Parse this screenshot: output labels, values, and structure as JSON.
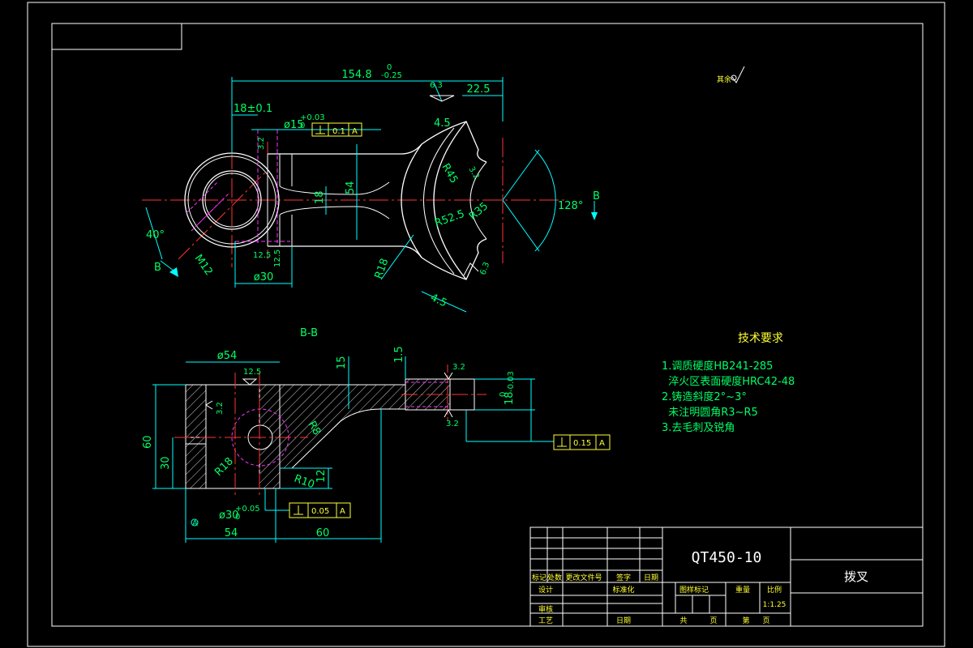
{
  "section_label": "B-B",
  "view_label": "B",
  "roughness_global": "其余",
  "tech_requirements": {
    "title": "技术要求",
    "lines": [
      "1.调质硬度HB241-285",
      "  淬火区表面硬度HRC42-48",
      "2.铸造斜度2°~3°",
      "  未注明圆角R3~R5",
      "3.去毛刺及锐角"
    ]
  },
  "top_view_dims": {
    "overall_len": "154.8",
    "overall_tol_up": "0",
    "overall_tol_low": "-0.25",
    "d22_5": "22.5",
    "d6_3a": "6.3",
    "d18pm": "18±0.1",
    "hole15": "ø15",
    "hole15_tol_up": "+0.03",
    "hole15_tol_low": "0",
    "perp1_val": "0.1",
    "perp1_datum": "A",
    "d4_5a": "4.5",
    "r45": "R45",
    "r52_5": "R52.5",
    "r35": "R35",
    "d18v": "18",
    "d54v": "54",
    "ang128": "128°",
    "ang40": "40°",
    "m12": "M12",
    "d12_5a": "12.5",
    "d12_5b": "12.5",
    "d30": "ø30",
    "r18": "R18",
    "d4_5b": "4.5",
    "d6_3b": "6.3",
    "d3_2a": "3.2",
    "d3_2b": "3.2"
  },
  "section_dims": {
    "d54": "ø54",
    "d15": "15",
    "d1_5": "1.5",
    "d3_2a": "3.2",
    "d12_5": "12.5",
    "d3_2b": "3.2",
    "d3_2c": "3.2",
    "r8": "R8",
    "r18": "R18",
    "r10": "R10",
    "d12": "12",
    "d60": "60",
    "d30": "30",
    "d18tol": "18",
    "d18tol_low": "-0.03",
    "d18tol_up": "0",
    "perp2_val": "0.15",
    "perp2_datum": "A",
    "hole30": "ø30",
    "hole30_tol_up": "+0.05",
    "hole30_tol_low": "0",
    "perp3_val": "0.05",
    "perp3_datum": "A",
    "datum_a": "A",
    "d54b": "54",
    "d60b": "60"
  },
  "title_block": {
    "material": "QT450-10",
    "part_name": "拨叉",
    "scale": "1:1.25",
    "row_labels": {
      "mark": "标记",
      "count": "处数",
      "doc": "更改文件号",
      "sign": "签字",
      "date": "日期",
      "design": "设计",
      "std": "标准化",
      "review": "审核",
      "process": "工艺",
      "date2": "日期",
      "stage": "图样标记",
      "weight": "重量",
      "ratio": "比例",
      "total": "共",
      "page": "页",
      "sheet": "第",
      "page2": "页"
    }
  }
}
